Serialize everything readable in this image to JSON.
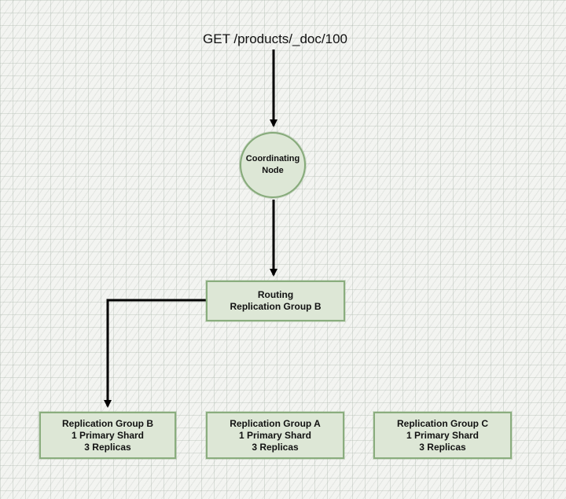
{
  "request": {
    "label": "GET /products/_doc/100"
  },
  "coordinating_node": {
    "label": "Coordinating\nNode"
  },
  "routing": {
    "label": "Routing\nReplication Group B"
  },
  "groups": [
    {
      "label": "Replication Group B\n1 Primary Shard\n3 Replicas"
    },
    {
      "label": "Replication Group A\n1 Primary Shard\n3 Replicas"
    },
    {
      "label": "Replication Group C\n1 Primary Shard\n3 Replicas"
    }
  ],
  "colors": {
    "node_fill": "#dde7d6",
    "node_stroke": "#86aa7a",
    "arrow": "#000000"
  }
}
